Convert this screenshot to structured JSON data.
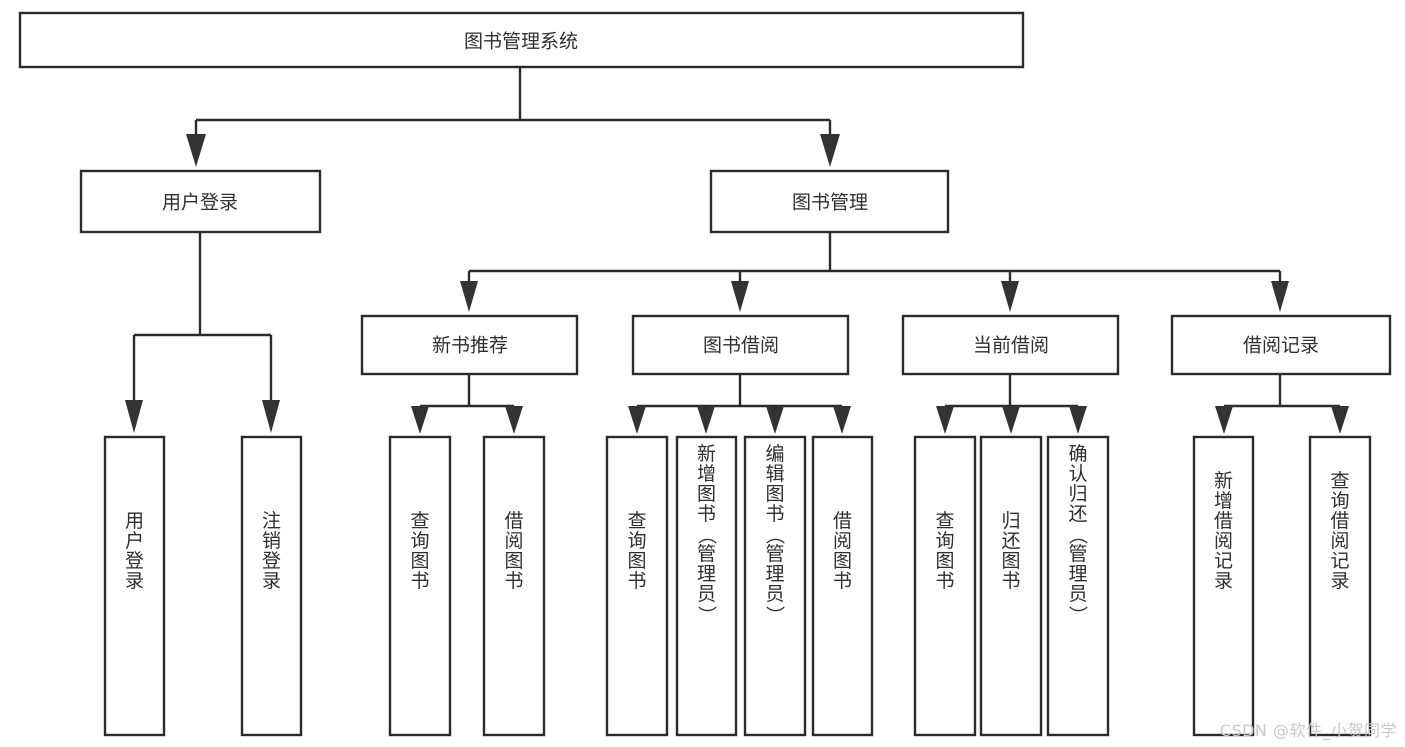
{
  "diagram": {
    "type": "tree-hierarchy",
    "title": "图书管理系统",
    "orientation": "top-down",
    "colors": {
      "box_stroke": "#2b2b2b",
      "box_fill": "#ffffff",
      "connector": "#2b2b2b",
      "text": "#2f2f2f",
      "watermark": "#c9c9c9",
      "background": "#ffffff"
    },
    "root": {
      "label": "图书管理系统",
      "name": "node-root"
    },
    "level2": [
      {
        "label": "用户登录",
        "name": "node-user-login"
      },
      {
        "label": "图书管理",
        "name": "node-book-management"
      }
    ],
    "level3": [
      {
        "label": "新书推荐",
        "name": "node-new-book-recommend"
      },
      {
        "label": "图书借阅",
        "name": "node-book-borrow"
      },
      {
        "label": "当前借阅",
        "name": "node-current-borrow"
      },
      {
        "label": "借阅记录",
        "name": "node-borrow-record"
      }
    ],
    "leaves": {
      "user_login": [
        {
          "label": "用户登录",
          "chars": [
            "用",
            "户",
            "登",
            "录"
          ],
          "name": "leaf-user-login"
        },
        {
          "label": "注销登录",
          "chars": [
            "注",
            "销",
            "登",
            "录"
          ],
          "name": "leaf-logout-login"
        }
      ],
      "new_book_recommend": [
        {
          "label": "查询图书",
          "chars": [
            "查",
            "询",
            "图",
            "书"
          ],
          "name": "leaf-query-book-1"
        },
        {
          "label": "借阅图书",
          "chars": [
            "借",
            "阅",
            "图",
            "书"
          ],
          "name": "leaf-borrow-book-1"
        }
      ],
      "book_borrow": [
        {
          "label": "查询图书",
          "chars": [
            "查",
            "询",
            "图",
            "书"
          ],
          "name": "leaf-query-book-2"
        },
        {
          "label": "新增图书（管理员）",
          "chars": [
            "新",
            "增",
            "图",
            "书",
            "（",
            "管",
            "理",
            "员",
            "）"
          ],
          "name": "leaf-add-book-admin"
        },
        {
          "label": "编辑图书（管理员）",
          "chars": [
            "编",
            "辑",
            "图",
            "书",
            "（",
            "管",
            "理",
            "员",
            "）"
          ],
          "name": "leaf-edit-book-admin"
        },
        {
          "label": "借阅图书",
          "chars": [
            "借",
            "阅",
            "图",
            "书"
          ],
          "name": "leaf-borrow-book-2"
        }
      ],
      "current_borrow": [
        {
          "label": "查询图书",
          "chars": [
            "查",
            "询",
            "图",
            "书"
          ],
          "name": "leaf-query-book-3"
        },
        {
          "label": "归还图书",
          "chars": [
            "归",
            "还",
            "图",
            "书"
          ],
          "name": "leaf-return-book"
        },
        {
          "label": "确认归还（管理员）",
          "chars": [
            "确",
            "认",
            "归",
            "还",
            "（",
            "管",
            "理",
            "员",
            "）"
          ],
          "name": "leaf-confirm-return-admin"
        }
      ],
      "borrow_record": [
        {
          "label": "新增借阅记录",
          "chars": [
            "新",
            "增",
            "借",
            "阅",
            "记",
            "录"
          ],
          "name": "leaf-add-borrow-record"
        },
        {
          "label": "查询借阅记录",
          "chars": [
            "查",
            "询",
            "借",
            "阅",
            "记",
            "录"
          ],
          "name": "leaf-query-borrow-record"
        }
      ]
    }
  },
  "watermark": {
    "text": "CSDN @软件_小贺同学"
  }
}
